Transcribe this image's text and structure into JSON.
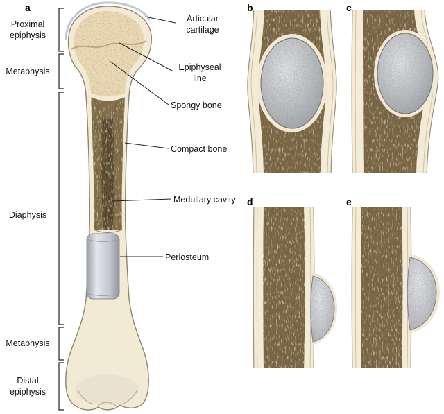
{
  "figure": {
    "description": "Long bone anatomy with labelled regions and four panels showing bone lesion locations"
  },
  "panels": [
    {
      "id": "a",
      "letter": "a"
    },
    {
      "id": "b",
      "letter": "b"
    },
    {
      "id": "c",
      "letter": "c"
    },
    {
      "id": "d",
      "letter": "d"
    },
    {
      "id": "e",
      "letter": "e"
    }
  ],
  "region_labels": [
    {
      "text": "Proximal epiphysis"
    },
    {
      "text": "Metaphysis"
    },
    {
      "text": "Diaphysis"
    },
    {
      "text": "Metaphysis"
    },
    {
      "text": "Distal epiphysis"
    }
  ],
  "part_labels": [
    {
      "text": "Articular cartilage"
    },
    {
      "text": "Epiphyseal line"
    },
    {
      "text": "Spongy bone"
    },
    {
      "text": "Compact bone"
    },
    {
      "text": "Medullary cavity"
    },
    {
      "text": "Periosteum"
    }
  ],
  "colors": {
    "background": "#ffffff",
    "bone_cream": "#f3ead6",
    "cortex_brown": "#84704b",
    "spongy_tan": "#ead9b6",
    "lesion_gray": "#b9bcbf",
    "periosteum_gray": "#c6cbd1",
    "cartilage_blue": "#b9c7d4",
    "line_black": "#222222"
  }
}
